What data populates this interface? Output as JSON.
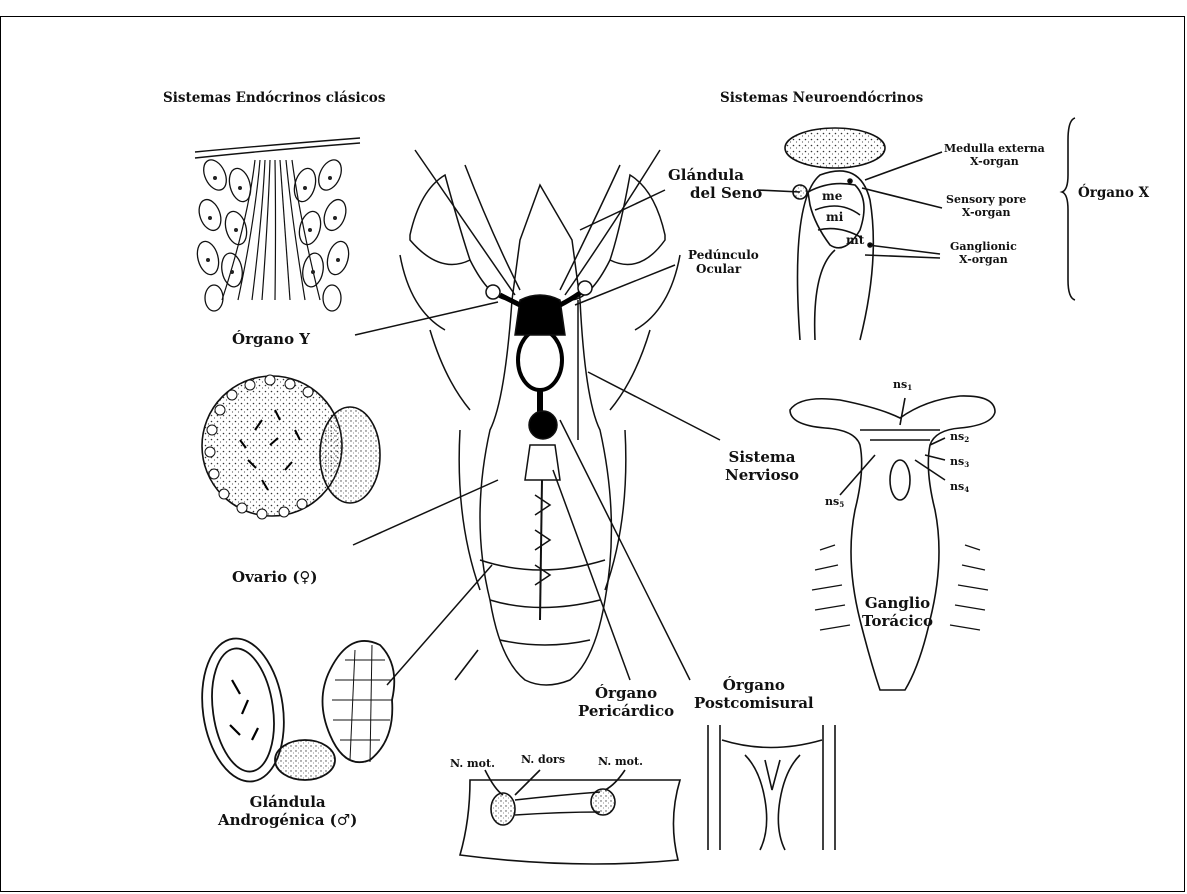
{
  "headings": {
    "classic": "Sistemas Endócrinos clásicos",
    "neuro": "Sistemas Neuroendócrinos"
  },
  "labels": {
    "glandula_seno": [
      "Glándula",
      "del Seno"
    ],
    "peduncul_ocular": [
      "Pedúnculo",
      "Ocular"
    ],
    "organo_x": "Órgano X",
    "organo_y": "Órgano Y",
    "sistema_nervioso": [
      "Sistema",
      "Nervioso"
    ],
    "ovario": "Ovario (♀)",
    "ganglio_toracico": [
      "Ganglio",
      "Torácico"
    ],
    "glandula_androgenica": [
      "Glándula",
      "Androgénica (♂)"
    ],
    "organo_pericardico": [
      "Órgano",
      "Pericárdico"
    ],
    "organo_postcomisural": [
      "Órgano",
      "Postcomisural"
    ]
  },
  "xorgan_labels": {
    "medulla": [
      "Medulla externa",
      "X-organ"
    ],
    "sensory": [
      "Sensory pore",
      "X-organ"
    ],
    "ganglionic": [
      "Ganglionic",
      "X-organ"
    ],
    "me": "me",
    "mi": "mi",
    "mt": "mt"
  },
  "ganglion_labels": {
    "ns1": "ns",
    "ns1_sub": "1",
    "ns2": "ns",
    "ns2_sub": "2",
    "ns3": "ns",
    "ns3_sub": "3",
    "ns4": "ns",
    "ns4_sub": "4",
    "ns5": "ns",
    "ns5_sub": "5"
  },
  "pericardial_labels": {
    "nmot_left": "N. mot.",
    "ndors": "N. dors",
    "nmot_right": "N. mot."
  }
}
